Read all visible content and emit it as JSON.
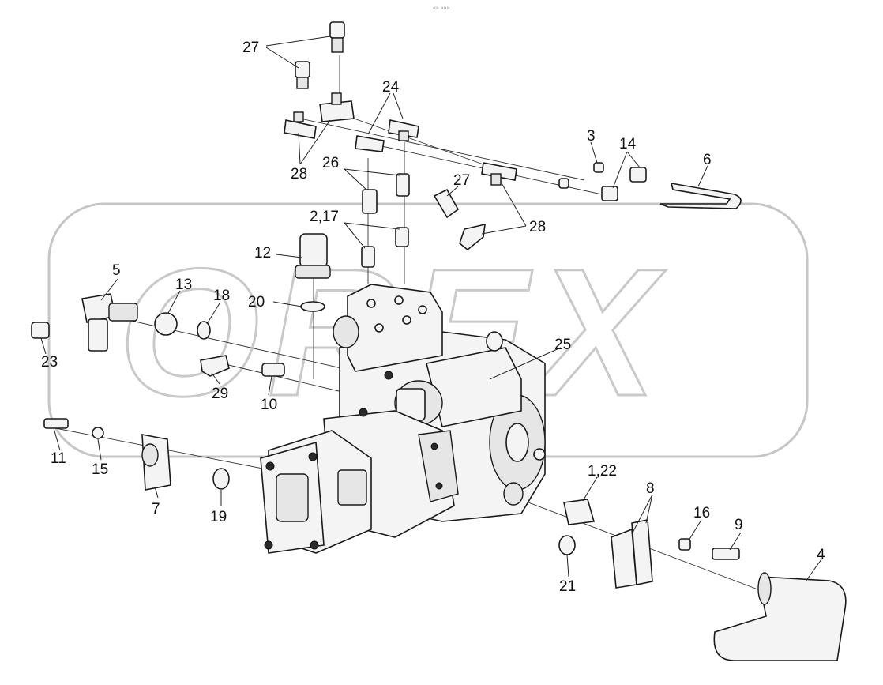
{
  "header_mark": "«» »»»",
  "watermark": "OREX",
  "labels": {
    "l27a": "27",
    "l24": "24",
    "l28a": "28",
    "l26": "26",
    "l27b": "27",
    "l3": "3",
    "l14": "14",
    "l6": "6",
    "l28b": "28",
    "l2_17": "2,17",
    "l12": "12",
    "l5": "5",
    "l13": "13",
    "l18": "18",
    "l20": "20",
    "l23": "23",
    "l29": "29",
    "l10": "10",
    "l25": "25",
    "l11": "11",
    "l15": "15",
    "l7": "7",
    "l19": "19",
    "l1_22": "1,22",
    "l8": "8",
    "l16": "16",
    "l9": "9",
    "l4": "4",
    "l21": "21"
  },
  "colors": {
    "line": "#1a1a1a",
    "watermark": "#c6c6c6",
    "background": "#ffffff"
  }
}
